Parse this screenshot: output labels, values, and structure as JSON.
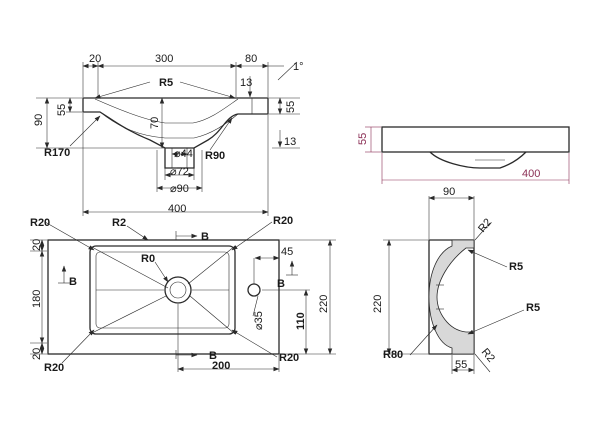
{
  "diagram": {
    "top_view_labels": {
      "d20": "20",
      "d300": "300",
      "d80": "80",
      "angle": "1°",
      "r5": "R5",
      "d13a": "13",
      "d55l": "55",
      "d90": "90",
      "d70": "70",
      "d55r": "55",
      "d13b": "13",
      "r170": "R170",
      "dia44": "⌀44",
      "r90": "R90",
      "dia72": "⌀72",
      "dia90": "⌀90",
      "d400": "400"
    },
    "side_view_labels": {
      "d55": "55",
      "d400": "400"
    },
    "plan_view_labels": {
      "r20tl": "R20",
      "r2": "R2",
      "b_top": "B",
      "r20tr": "R20",
      "d20t": "20",
      "r0": "R0",
      "d45": "45",
      "b_left": "B",
      "b_right": "B",
      "d180": "180",
      "d110": "110",
      "d220": "220",
      "dia35": "⌀35",
      "d20b": "20",
      "b_bottom": "B",
      "r20bl": "R20",
      "d200": "200",
      "r20br": "R20"
    },
    "section_view_labels": {
      "d90": "90",
      "r2t": "R2",
      "r5t": "R5",
      "d220": "220",
      "r5b": "R5",
      "r80": "R80",
      "d55": "55",
      "r2b": "R2"
    }
  }
}
